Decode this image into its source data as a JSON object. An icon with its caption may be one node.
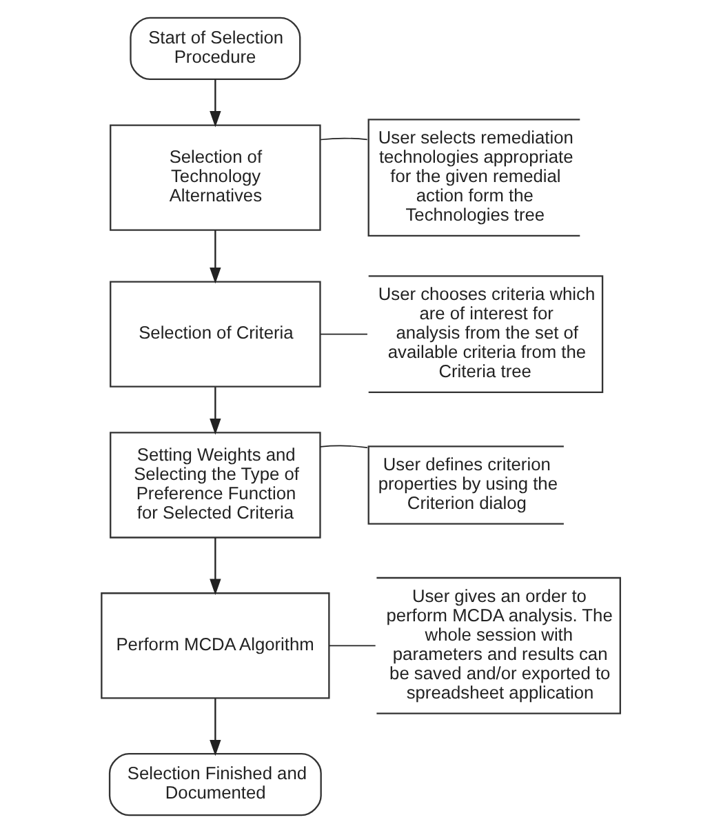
{
  "diagram": {
    "nodes": [
      {
        "text": [
          "Start of Selection Procedure"
        ]
      },
      {
        "text": [
          "User selects remediation technologies appropriate for the given remedial action form the Technologies tree"
        ]
      },
      {
        "text": [
          "Selection of Technology Alternatives"
        ]
      },
      {
        "text": [
          "User chooses criteria which are of interest for analysis from the set of available criteria from the Criteria tree"
        ]
      },
      {
        "text": [
          "Selection of Criteria"
        ]
      },
      {
        "text": [
          "User defines criterion properties by using the Criterion dialog"
        ]
      },
      {
        "text": [
          "Setting Weights and Selecting the Type of Preference Function for Selected Criteria"
        ]
      },
      {
        "text": [
          "User gives an order to perform MCDA analysis. The whole session with parameters and results can be saved and/or exported to spreadsheet application"
        ]
      },
      {
        "text": [
          "Perform MCDA Algorithm"
        ]
      },
      {
        "text": [
          "Selection Finished and Documented"
        ]
      }
    ],
    "edges": [
      {
        "from": 0,
        "to": 2,
        "arrow": "to"
      },
      {
        "from": 1,
        "to": 2,
        "arrow": "none"
      },
      {
        "from": 2,
        "to": 4,
        "arrow": "to"
      },
      {
        "from": 3,
        "to": 4,
        "arrow": "none"
      },
      {
        "from": 4,
        "to": 6,
        "arrow": "to"
      },
      {
        "from": 5,
        "to": 6,
        "arrow": "none"
      },
      {
        "from": 6,
        "to": 8,
        "arrow": "to"
      },
      {
        "from": 7,
        "to": 8,
        "arrow": "none"
      },
      {
        "from": 8,
        "to": 9,
        "arrow": "to"
      }
    ]
  }
}
